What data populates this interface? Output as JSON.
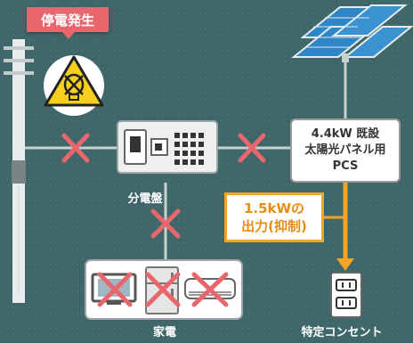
{
  "badge": {
    "text": "停電発生"
  },
  "pcs": {
    "line1": "4.4kW 既設",
    "line2": "太陽光パネル用",
    "line3": "PCS"
  },
  "output": {
    "line1": "1.5kWの",
    "line2": "出力(抑制)"
  },
  "labels": {
    "panel": "分電盤",
    "appliances": "家電",
    "outlet": "特定コンセント"
  },
  "colors": {
    "background": "#3f6669",
    "cross": "#e8676c",
    "accent": "#f5a522",
    "line": "#c7cfd0"
  }
}
